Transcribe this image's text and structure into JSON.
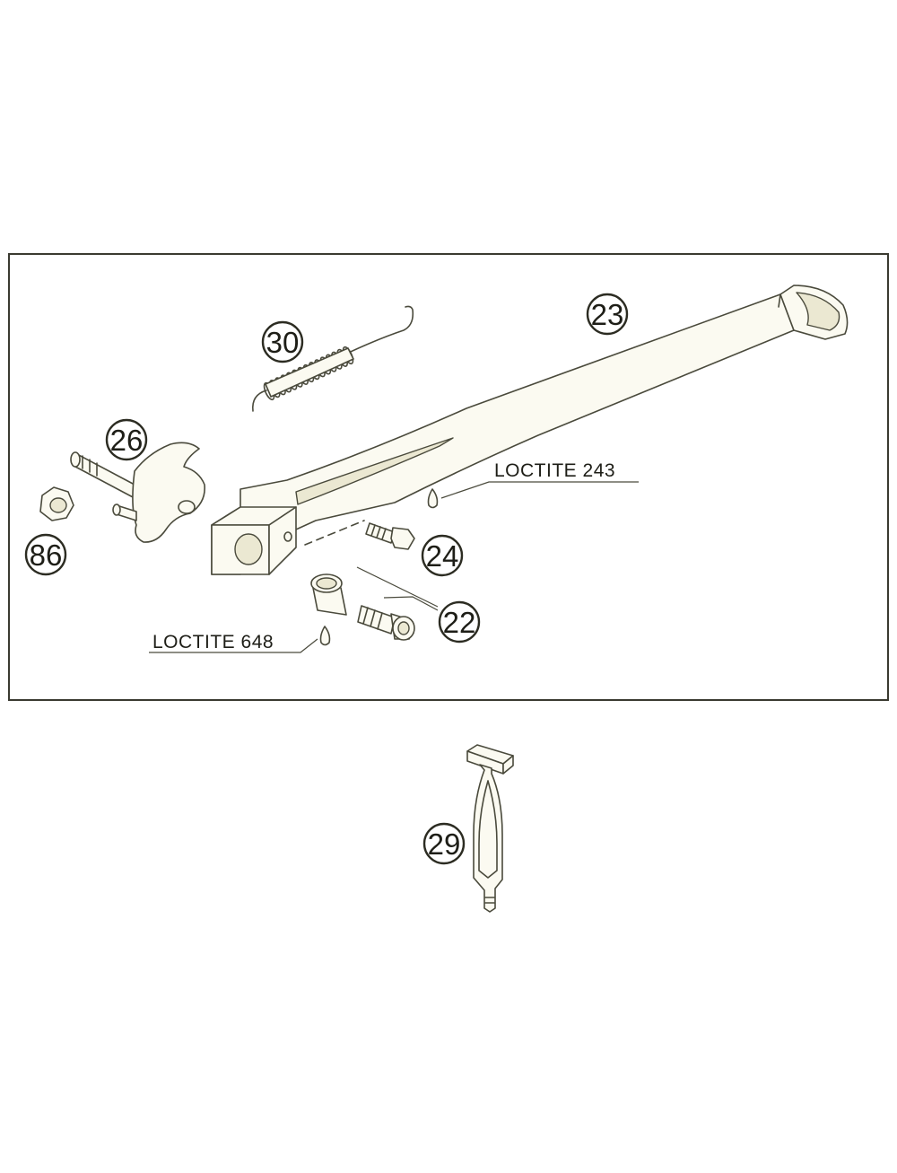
{
  "parts": [
    {
      "id": "p30",
      "label": "30"
    },
    {
      "id": "p23",
      "label": "23"
    },
    {
      "id": "p26",
      "label": "26"
    },
    {
      "id": "p86",
      "label": "86"
    },
    {
      "id": "p24",
      "label": "24"
    },
    {
      "id": "p22",
      "label": "22"
    },
    {
      "id": "p29",
      "label": "29"
    }
  ],
  "notes": {
    "loctite_243": "LOCTITE 243",
    "loctite_648": "LOCTITE 648"
  },
  "colors": {
    "line": "#4a4a3c",
    "fill": "#fbfaf1",
    "shade": "#ebe8d2"
  }
}
